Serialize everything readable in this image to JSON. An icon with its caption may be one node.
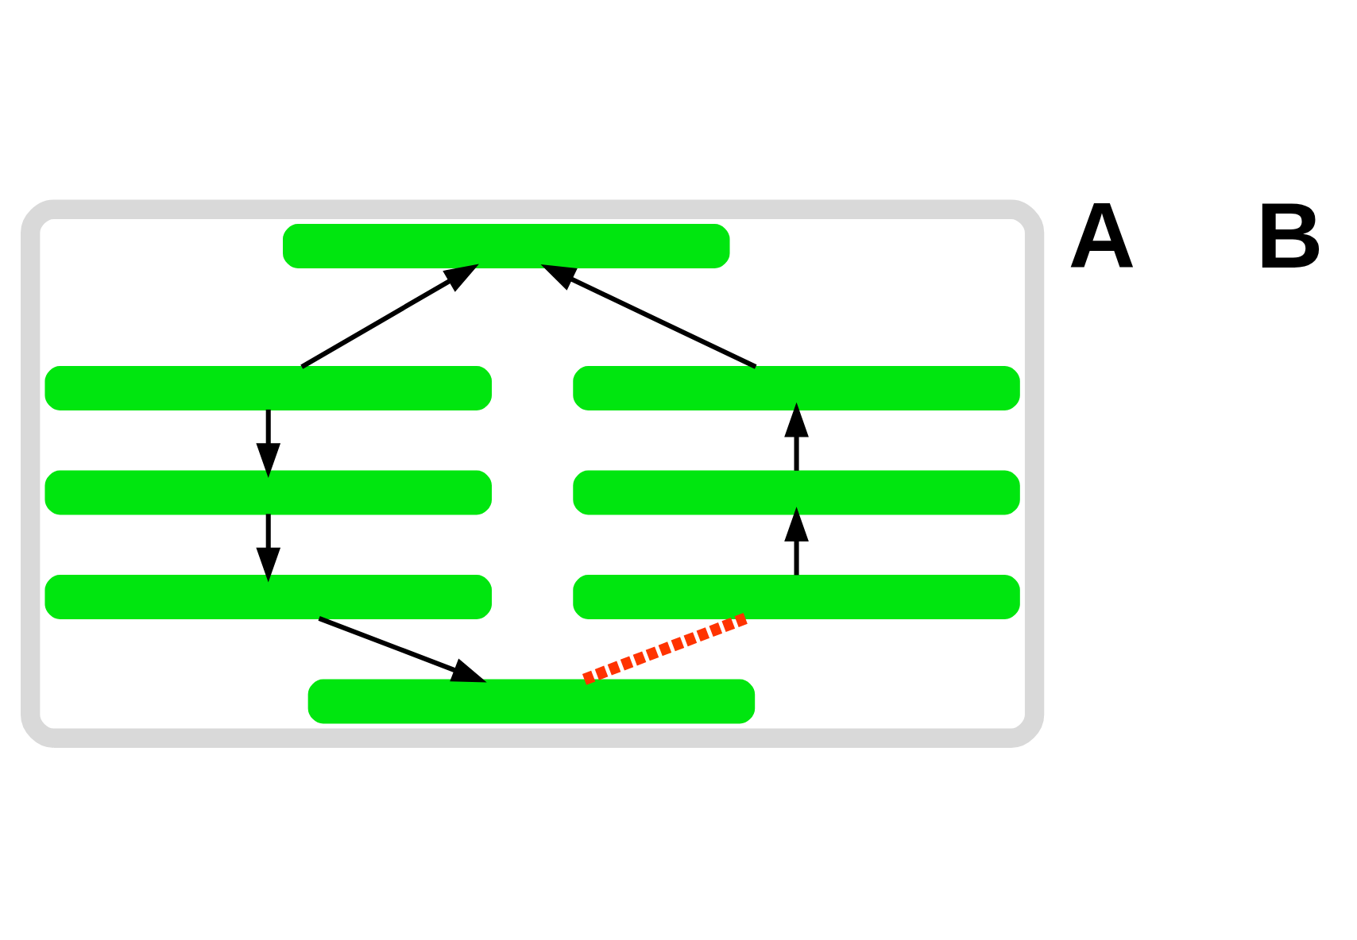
{
  "diagram": {
    "nodes": [
      {
        "text": [],
        "shape": "box"
      },
      {
        "text": [],
        "shape": "bar",
        "in": 0
      },
      {
        "text": [],
        "shape": "bar",
        "in": 0
      },
      {
        "text": [],
        "shape": "bar",
        "in": 0
      },
      {
        "text": [],
        "shape": "bar",
        "in": 0
      },
      {
        "text": [],
        "shape": "bar",
        "in": 0
      },
      {
        "text": [],
        "shape": "bar",
        "in": 0
      },
      {
        "text": [],
        "shape": "bar",
        "in": 0
      },
      {
        "text": [],
        "shape": "bar",
        "in": 0
      }
    ],
    "edges": [
      {
        "from": 2,
        "to": 1,
        "arrow": "to"
      },
      {
        "from": 3,
        "to": 1,
        "arrow": "to"
      },
      {
        "from": 2,
        "to": 4,
        "arrow": "to"
      },
      {
        "from": 5,
        "to": 3,
        "arrow": "to"
      },
      {
        "from": 4,
        "to": 6,
        "arrow": "to"
      },
      {
        "from": 7,
        "to": 5,
        "arrow": "to"
      },
      {
        "from": 6,
        "to": 8,
        "arrow": "to"
      },
      {
        "from": 7,
        "to": 8,
        "arrow": "none",
        "style": "dashed",
        "color": "#ff3300"
      }
    ],
    "labels": [
      "A",
      "B"
    ]
  }
}
